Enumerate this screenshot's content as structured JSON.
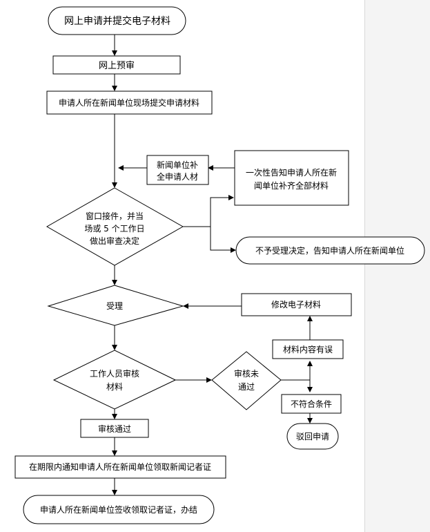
{
  "flowchart": {
    "start": "网上申请并提交电子材料",
    "online_review": "网上预审",
    "submit_onsite": "申请人所在新闻单位现场提交申请材料",
    "supplement_line1": "新闻单位补",
    "supplement_line2": "全申请人材",
    "notify_line1": "一次性告知申请人所在新",
    "notify_line2": "闻单位补齐全部材料",
    "window_line1": "窗口接件，并当",
    "window_line2": "场或 5 个工作日",
    "window_line3": "做出审查决定",
    "reject_decision": "不予受理决定，告知申请人所在新闻单位",
    "accept": "受理",
    "modify_materials": "修改电子材料",
    "staff_review_line1": "工作人员审核",
    "staff_review_line2": "材料",
    "not_passed_line1": "审核未",
    "not_passed_line2": "通过",
    "content_error": "材料内容有误",
    "not_qualified": "不符合条件",
    "reject_application": "驳回申请",
    "review_passed": "审核通过",
    "notify_collect": "在期限内通知申请人所在新闻单位领取新闻记者证",
    "finish": "申请人所在新闻单位签收领取记者证，办结"
  }
}
